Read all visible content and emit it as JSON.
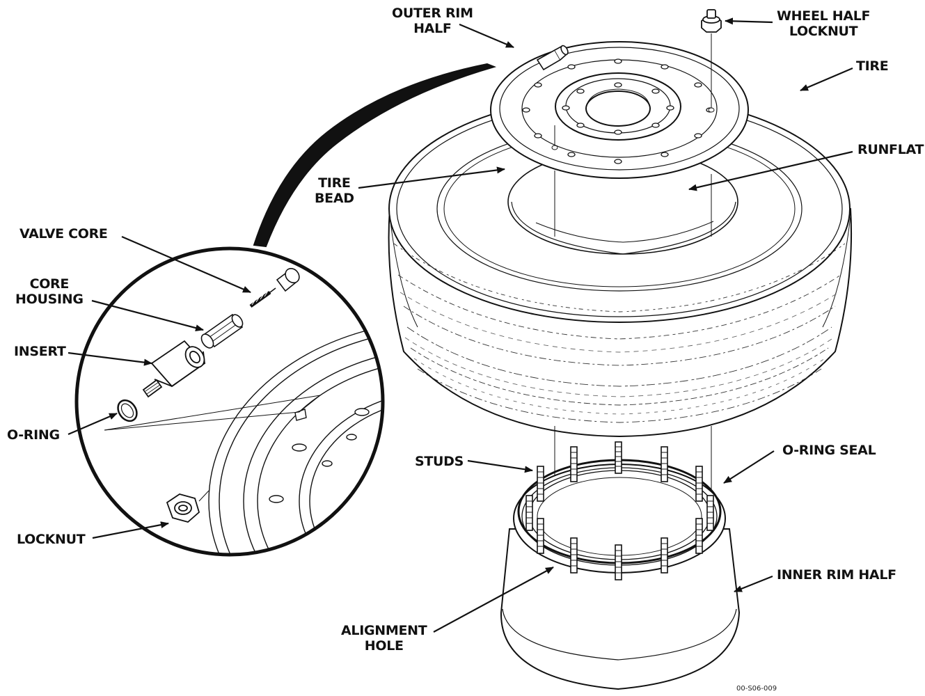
{
  "labels": {
    "outer_rim_half": [
      "OUTER RIM",
      "HALF"
    ],
    "wheel_half_locknut": [
      "WHEEL HALF",
      "LOCKNUT"
    ],
    "tire": "TIRE",
    "runflat": "RUNFLAT",
    "tire_bead": [
      "TIRE",
      "BEAD"
    ],
    "valve_core": "VALVE CORE",
    "core_housing": [
      "CORE",
      "HOUSING"
    ],
    "insert": "INSERT",
    "o_ring": "O-RING",
    "locknut": "LOCKNUT",
    "studs": "STUDS",
    "o_ring_seal": "O-RING SEAL",
    "inner_rim_half": "INNER RIM HALF",
    "alignment_hole": [
      "ALIGNMENT",
      "HOLE"
    ]
  },
  "figure_id": "00-S06-009",
  "colors": {
    "ink": "#111111",
    "background": "#ffffff"
  }
}
